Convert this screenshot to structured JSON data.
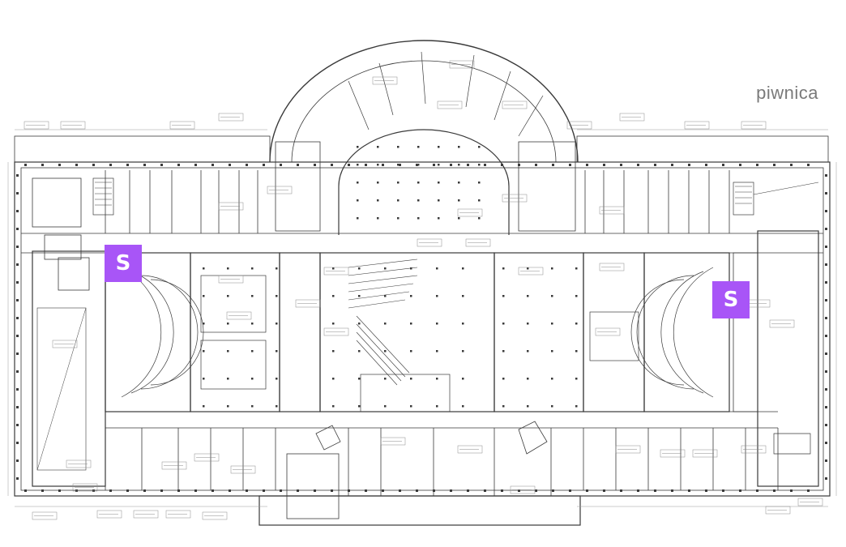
{
  "floor_label": "piwnica",
  "markers": [
    {
      "label": "S",
      "id": "left"
    },
    {
      "label": "S",
      "id": "right"
    }
  ],
  "colors": {
    "marker": "#a855f7",
    "line": "#3a3a3a",
    "thin_line": "#9a9a9a",
    "label": "#7a7a7a"
  }
}
